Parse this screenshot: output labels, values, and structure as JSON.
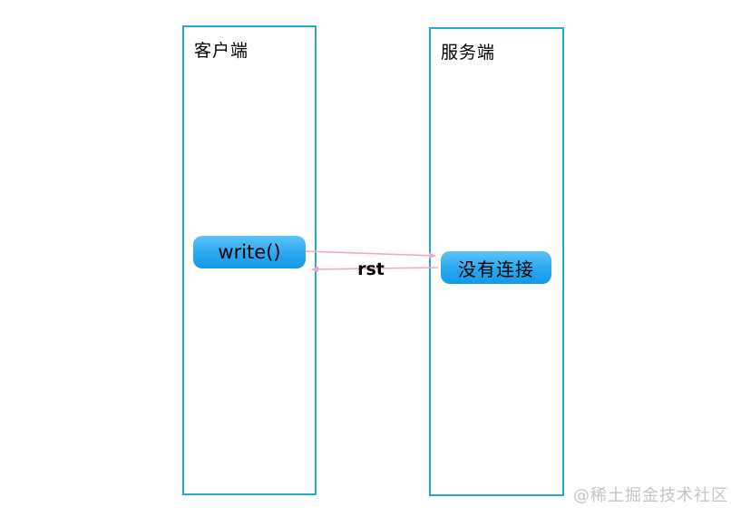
{
  "diagram": {
    "lanes": [
      {
        "id": "client",
        "title": "客户端"
      },
      {
        "id": "server",
        "title": "服务端"
      }
    ],
    "nodes": [
      {
        "id": "write",
        "label": "write()"
      },
      {
        "id": "no-connection",
        "label": "没有连接"
      }
    ],
    "messages": [
      {
        "id": "write-request",
        "label": "",
        "direction": "client-to-server"
      },
      {
        "id": "rst",
        "label": "rst",
        "direction": "server-to-client"
      }
    ]
  },
  "watermark": "@稀土掘金技术社区",
  "colors": {
    "background": "#ffffff",
    "lane_border": "#25a8d2",
    "arrow": "#f2a9c0",
    "node_top": "#5cc3f7",
    "node_mid": "#2aa7ef",
    "node_bottom": "#149ae9",
    "text": "#000000",
    "watermark": "#c5c5c5"
  }
}
